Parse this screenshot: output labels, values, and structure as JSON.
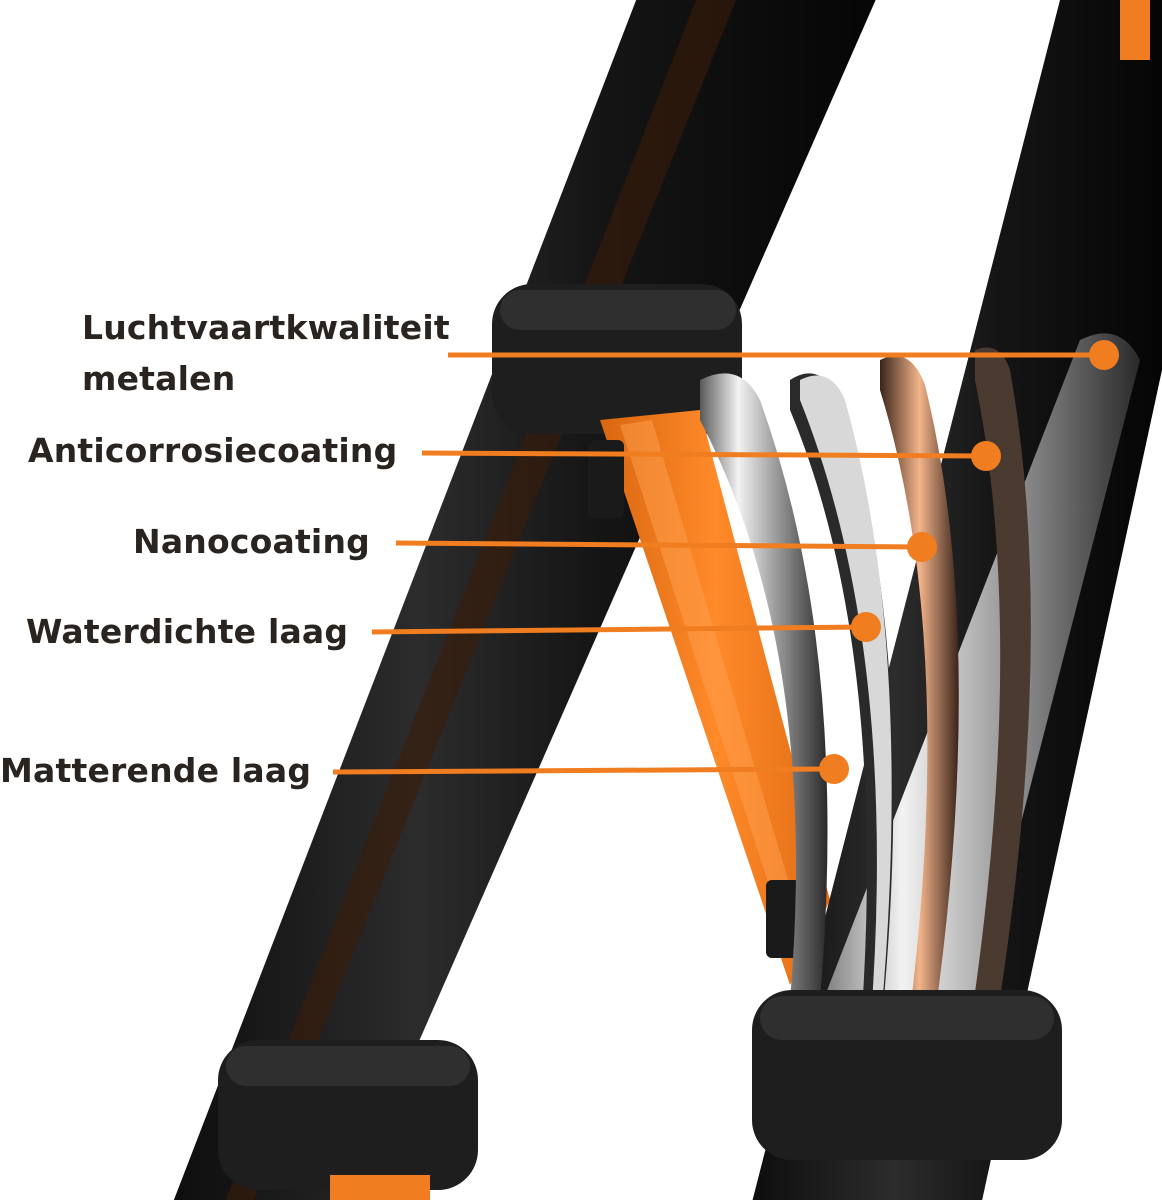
{
  "colors": {
    "accent": "#f07d1f",
    "text": "#2a2420",
    "tube": "#1b1b1b",
    "metal": "#c8c8c8",
    "copper": "#e8a276"
  },
  "callouts": [
    {
      "id": "aviation-metal",
      "lines": [
        "Luchtvaartkwaliteit",
        "metalen"
      ]
    },
    {
      "id": "anticorrosion",
      "lines": [
        "Anticorrosiecoating"
      ]
    },
    {
      "id": "nano",
      "lines": [
        "Nanocoating"
      ]
    },
    {
      "id": "waterproof",
      "lines": [
        "Waterdichte laag"
      ]
    },
    {
      "id": "matte",
      "lines": [
        "Matterende laag"
      ]
    }
  ]
}
